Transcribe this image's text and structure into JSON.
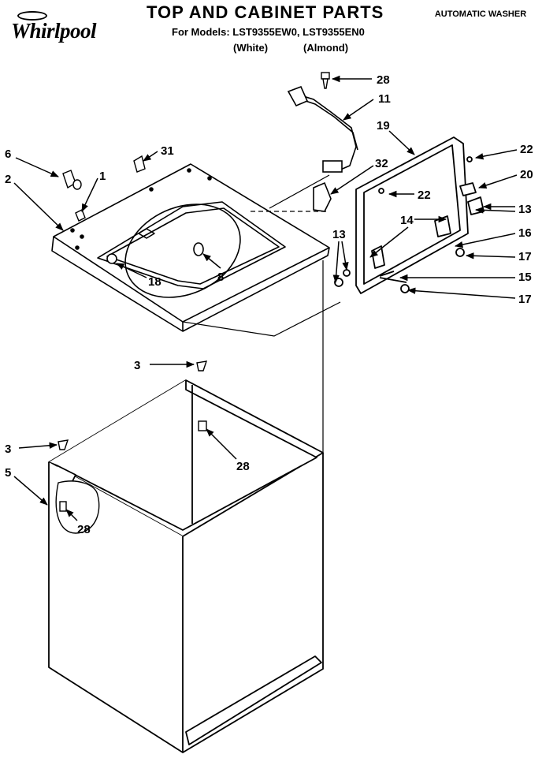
{
  "brand": "Whirlpool",
  "header": {
    "title": "TOP AND CABINET PARTS",
    "models": "For Models: LST9355EW0, LST9355EN0",
    "variant_white": "(White)",
    "variant_almond": "(Almond)",
    "product_type": "AUTOMATIC WASHER"
  },
  "callouts": {
    "c28a": "28",
    "c11": "11",
    "c19": "19",
    "c22a": "22",
    "c31": "31",
    "c6": "6",
    "c32": "32",
    "c20": "20",
    "c1": "1",
    "c2": "2",
    "c22b": "22",
    "c13a": "13",
    "c14": "14",
    "c16": "16",
    "c13b": "13",
    "c17a": "17",
    "c8": "8",
    "c18": "18",
    "c15": "15",
    "c17b": "17",
    "c3a": "3",
    "c28b": "28",
    "c3b": "3",
    "c5": "5",
    "c28c": "28"
  }
}
